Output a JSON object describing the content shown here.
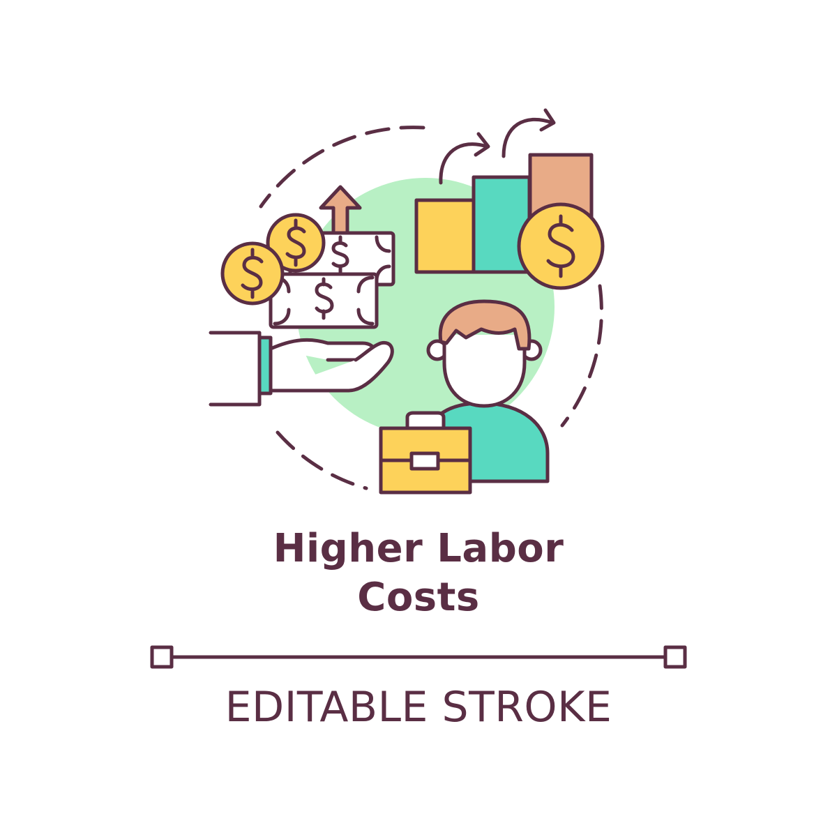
{
  "title": {
    "line1": "Higher Labor",
    "line2": "Costs"
  },
  "subtitle": "EDITABLE STROKE",
  "icons": {
    "coins": "dollar-coin-icon",
    "banknotes": "dollar-banknote-icon",
    "growth_arrow": "arrow-up-icon",
    "bar_chart": "bar-chart-icon",
    "curved_arrows": "curved-arrow-icon",
    "hand": "open-hand-icon",
    "worker": "worker-avatar-icon",
    "briefcase": "briefcase-icon",
    "stroke_rule": "editable-stroke-line-icon"
  },
  "colors": {
    "outline": "#5a2e44",
    "text": "#5a2e44",
    "background_circle": "#b8f0c4",
    "coin_yellow": "#fdd25a",
    "teal": "#58d9c0",
    "peach": "#e8ab87",
    "banknote_fill": "#ffffff"
  }
}
